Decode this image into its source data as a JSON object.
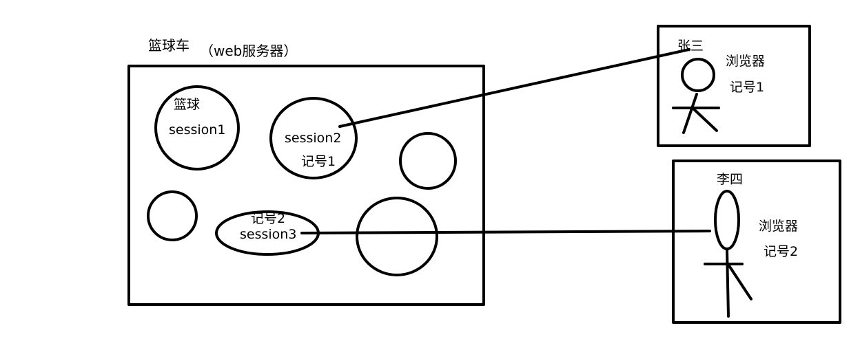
{
  "server": {
    "name_label": "篮球车",
    "role_label": "（web服务器）"
  },
  "sessions": {
    "s1_item": "篮球",
    "s1_name": "session1",
    "s2_name": "session2",
    "s2_tag": "记号1",
    "s3_tag": "记号2",
    "s3_name": "session3"
  },
  "client1": {
    "user": "张三",
    "browser": "浏览器",
    "tag": "记号1"
  },
  "client2": {
    "user": "李四",
    "browser": "浏览器",
    "tag": "记号2"
  },
  "colors": {
    "stroke": "#000000",
    "background": "#ffffff"
  }
}
